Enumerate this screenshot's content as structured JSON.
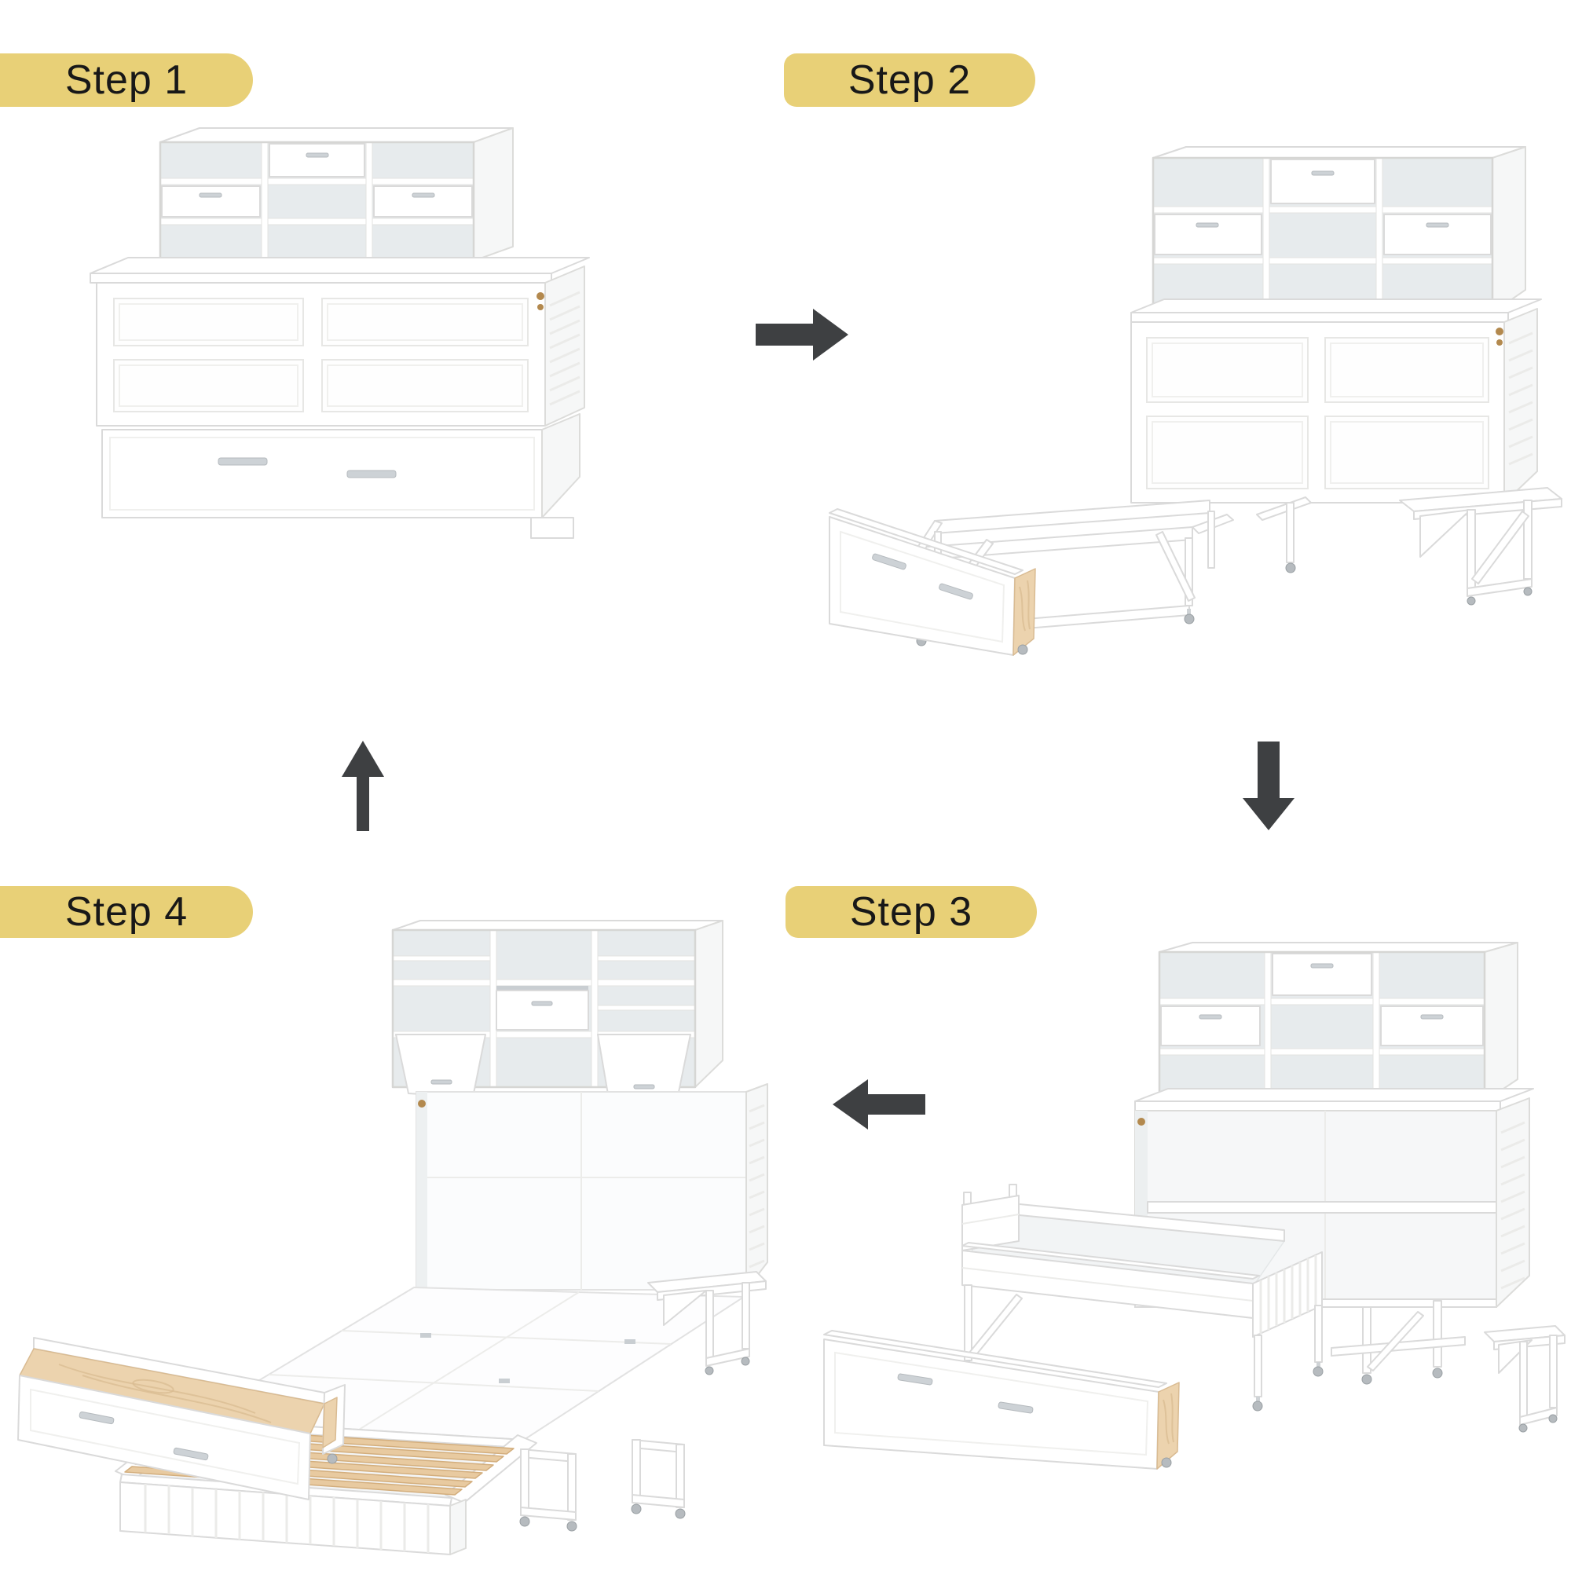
{
  "steps": [
    {
      "id": "step-1",
      "label": "Step 1",
      "alt": "Cabinet bed closed: bookcase hutch with cubbies and drawers on top of a paneled cabinet with a storage drawer at the base"
    },
    {
      "id": "step-2",
      "label": "Step 2",
      "alt": "Base storage drawer removed and set in front; folding support leg frame unfolded from under the cabinet; side shelf folded out"
    },
    {
      "id": "step-3",
      "label": "Step 3",
      "alt": "Bed side-rail frame pulled forward out of the open cabinet; storage drawer in front; fold-out side shelf on the right"
    },
    {
      "id": "step-4",
      "label": "Step 4",
      "alt": "Bed platform fully unfolded with wooden slats; hutch compartments flipped open; storage drawer rolled out open in front"
    }
  ],
  "arrows": [
    {
      "id": "arrow-1-2",
      "from": "Step 1",
      "to": "Step 2",
      "direction": "right"
    },
    {
      "id": "arrow-2-3",
      "from": "Step 2",
      "to": "Step 3",
      "direction": "down"
    },
    {
      "id": "arrow-3-4",
      "from": "Step 3",
      "to": "Step 4",
      "direction": "left"
    },
    {
      "id": "arrow-4-1",
      "from": "Step 4",
      "to": "Step 1",
      "direction": "up"
    }
  ],
  "colors": {
    "background": "#ffffff",
    "step_pill": "#e8d077",
    "step_text": "#181818",
    "arrow": "#3e4042",
    "furniture_white": "#ffffff",
    "furniture_outline": "#dadada",
    "cubby_interior": "#e7ebed",
    "wood_slat": "#e8caa0",
    "plywood": "#ecd3ae",
    "handle": "#cdd2d6",
    "hinge_brass": "#b3894e",
    "caster": "#b6bbbf"
  }
}
